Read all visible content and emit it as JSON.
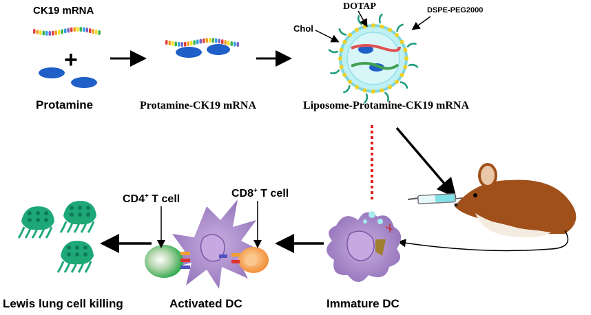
{
  "labels": {
    "ck19_mrna": "CK19 mRNA",
    "plus": "+",
    "protamine": "Protamine",
    "protamine_ck19": "Protamine-CK19 mRNA",
    "liposome_complex": "Liposome-Protamine-CK19 mRNA",
    "dotap": "DOTAP",
    "dspe_peg": "DSPE-PEG2000",
    "chol": "Chol",
    "cd4_prefix": "CD4",
    "cd4_suffix": " T cell",
    "cd8_prefix": "CD8",
    "cd8_suffix": " T cell",
    "plus_sup": "+",
    "lewis": "Lewis lung cell killing",
    "activated_dc": "Activated DC",
    "immature_dc": "Immature DC"
  },
  "colors": {
    "protamine_blue": "#1f5fc8",
    "liposome_cyan": "#bff0f4",
    "liposome_ring": "#7fd8e0",
    "peg_green": "#1a9a7a",
    "lipid_yellow": "#f0d020",
    "dc_purple": "#a888cc",
    "tumor_green": "#1ea878",
    "cd4_green": "#2ab050",
    "cd8_orange": "#f59a40",
    "mouse_brown": "#a0501a",
    "syringe_cyan": "#7fe0e8",
    "dashed_red": "#e02020"
  },
  "icons": {
    "mrna": "mrna-strand-icon",
    "protamine": "protamine-ellipse-icon",
    "liposome": "liposome-nanoparticle-icon",
    "mouse": "mouse-icon",
    "syringe": "syringe-icon",
    "immature_dc": "immature-dendritic-cell-icon",
    "activated_dc": "activated-dendritic-cell-icon",
    "cd4_cell": "cd4-t-cell-icon",
    "cd8_cell": "cd8-t-cell-icon",
    "tumor_cell": "tumor-cell-icon"
  }
}
